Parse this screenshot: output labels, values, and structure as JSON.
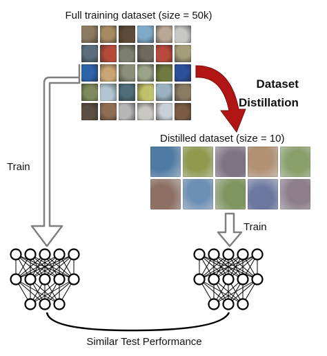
{
  "labels": {
    "full_dataset": "Full training dataset (size = 50k)",
    "distilled_dataset": "Distilled dataset (size = 10)",
    "dataset_distillation_line1": "Dataset",
    "dataset_distillation_line2": "Distillation",
    "train_left": "Train",
    "train_right": "Train",
    "similar_performance": "Similar Test Performance"
  },
  "colors": {
    "distill_arrow": "#b11514",
    "train_arrow_stroke": "#7f7f7f",
    "train_arrow_fill": "#ffffff",
    "network": "#000000"
  },
  "full_grid": {
    "rows": 5,
    "cols": 6,
    "tiles": [
      "#8c7a5e",
      "#a58a62",
      "#5e4b39",
      "#7fa9c9",
      "#b9a896",
      "#c7c8c6",
      "#5c6e7d",
      "#b54a3a",
      "#7d7f6e",
      "#6e6a5f",
      "#b8493d",
      "#a39d7a",
      "#2e63a8",
      "#caa574",
      "#8b8f7a",
      "#9aa287",
      "#6e7a3f",
      "#2c4f9a",
      "#7e8a5b",
      "#b1c4cf",
      "#4f6e79",
      "#c1c16a",
      "#9ab1c1",
      "#8c7b63",
      "#5b4e42",
      "#8e6e53",
      "#b7b8b6",
      "#c9c7c2",
      "#c8cfd6",
      "#7b5c44"
    ]
  },
  "distilled_grid": {
    "rows": 2,
    "cols": 5,
    "tiles": [
      "#4e7aa3",
      "#8f9a4e",
      "#7d7382",
      "#b19073",
      "#8aa06b",
      "#8e6f63",
      "#6e8fb5",
      "#7f955f",
      "#6c78a0",
      "#8e7f8a"
    ]
  },
  "networks": [
    {
      "name": "network-full",
      "layers": [
        5,
        5,
        3
      ]
    },
    {
      "name": "network-distilled",
      "layers": [
        5,
        5,
        3
      ]
    }
  ]
}
